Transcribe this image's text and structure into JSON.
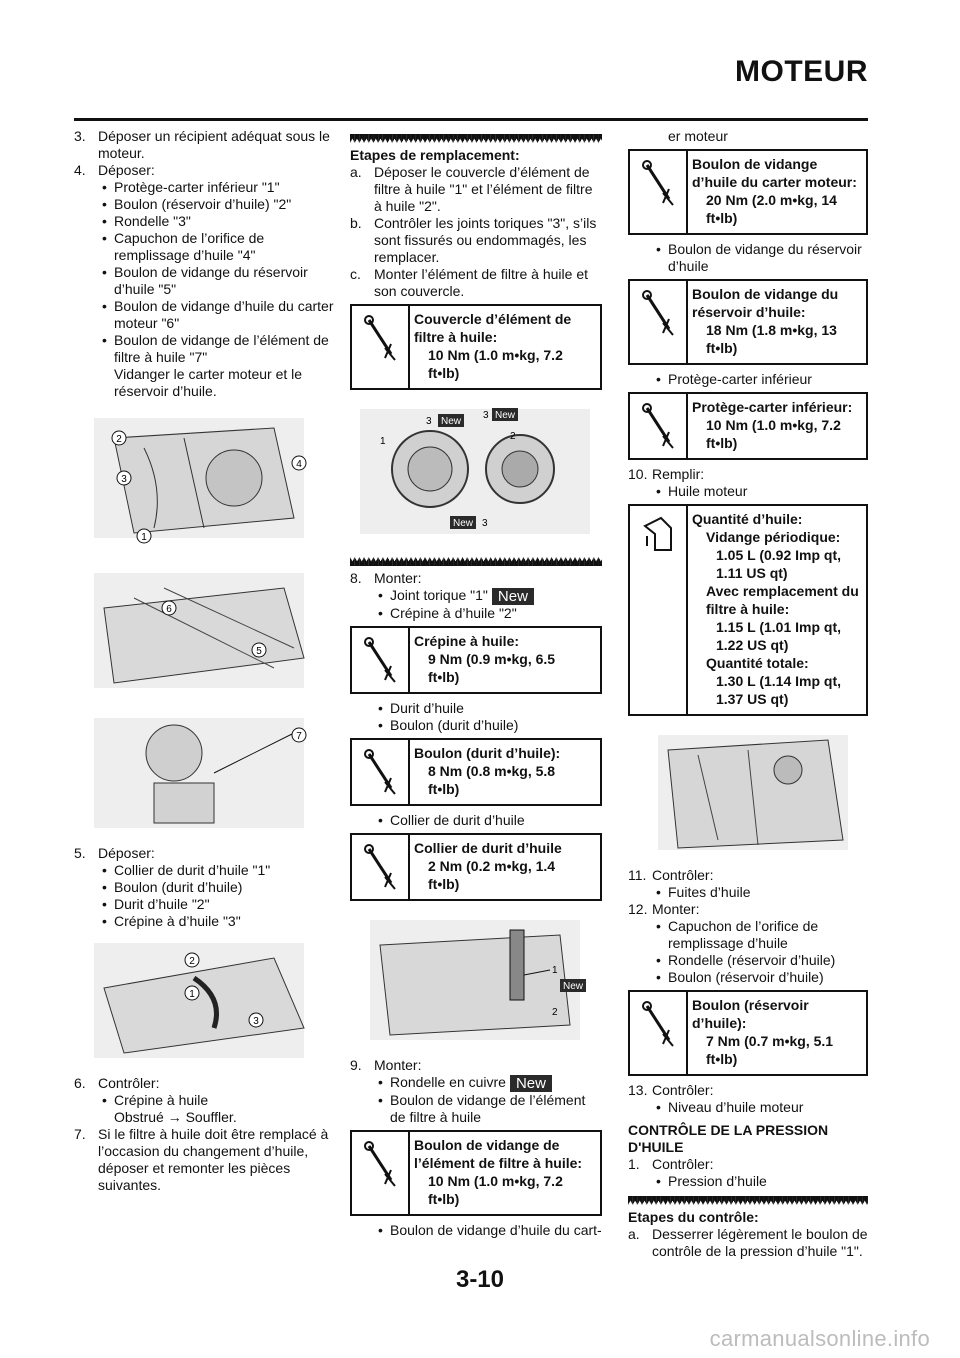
{
  "header": {
    "title": "MOTEUR"
  },
  "page_number": "3-10",
  "watermark": "carmanualsonline.info",
  "new_label": "New",
  "col1": {
    "s3_num": "3.",
    "s3_text": "Déposer un récipient adéquat sous le moteur.",
    "s4_num": "4.",
    "s4_text": "Déposer:",
    "s4_items": [
      "Protège-carter inférieur \"1\"",
      "Boulon (réservoir d’huile) \"2\"",
      "Rondelle \"3\"",
      "Capuchon de l’orifice de remplissage d’huile \"4\"",
      "Boulon de vidange du réservoir d’huile \"5\"",
      "Boulon de vidange d’huile du carter moteur \"6\"",
      "Boulon de vidange de l’élément de filtre à huile \"7\""
    ],
    "s4_note": "Vidanger le carter moteur et le réservoir d’huile.",
    "s5_num": "5.",
    "s5_text": "Déposer:",
    "s5_items": [
      "Collier de durit d’huile \"1\"",
      "Boulon (durit d’huile)",
      "Durit d’huile \"2\"",
      "Crépine à d’huile \"3\""
    ],
    "s6_num": "6.",
    "s6_text": "Contrôler:",
    "s6_item": "Crépine à huile",
    "s6_obstr": "Obstrué",
    "s6_arrow": "→",
    "s6_action": "Souffler.",
    "s7_num": "7.",
    "s7_text": "Si le filtre à huile doit être remplacé à l’occasion du changement d’huile, déposer et remonter les pièces suivantes."
  },
  "col2": {
    "steps_title": "Etapes de remplacement:",
    "steps": [
      {
        "k": "a.",
        "t": "Déposer le couvercle d’élément de filtre à huile \"1\" et l’élément de filtre à huile \"2\"."
      },
      {
        "k": "b.",
        "t": "Contrôler les joints toriques \"3\", s’ils sont fissurés ou endommagés, les remplacer."
      },
      {
        "k": "c.",
        "t": "Monter l’élément de filtre à huile et son couvercle."
      }
    ],
    "spec1": {
      "t1": "Couvercle d’élément de",
      "t2": "filtre à huile:",
      "v1": "10 Nm (1.0 m•kg, 7.2",
      "v2": "ft•lb)"
    },
    "s8_num": "8.",
    "s8_text": "Monter:",
    "s8_item1": "Joint torique \"1\"",
    "s8_item2": "Crépine à d’huile \"2\"",
    "spec2": {
      "t1": "Crépine à huile:",
      "v1": "9 Nm (0.9 m•kg, 6.5",
      "v2": "ft•lb)"
    },
    "s8_item3": "Durit d’huile",
    "s8_item4": "Boulon (durit d’huile)",
    "spec3": {
      "t1": "Boulon (durit d’huile):",
      "v1": "8 Nm (0.8 m•kg, 5.8",
      "v2": "ft•lb)"
    },
    "s8_item5": "Collier de durit d’huile",
    "spec4": {
      "t1": "Collier de durit d’huile",
      "v1": "2 Nm (0.2 m•kg, 1.4",
      "v2": "ft•lb)"
    },
    "s9_num": "9.",
    "s9_text": "Monter:",
    "s9_item1": "Rondelle en cuivre",
    "s9_item2": "Boulon de vidange de l’élément de filtre à huile",
    "spec5": {
      "t1": "Boulon de vidange de",
      "t2": "l’élément de filtre à huile:",
      "v1": "10 Nm (1.0 m•kg, 7.2",
      "v2": "ft•lb)"
    },
    "s9_item3": "Boulon de vidange d’huile du cart-"
  },
  "col3": {
    "cont": "er moteur",
    "spec6": {
      "t1": "Boulon de vidange",
      "t2": "d’huile du carter moteur:",
      "v1": "20 Nm (2.0 m•kg, 14",
      "v2": "ft•lb)"
    },
    "item_a": "Boulon de vidange du réservoir d’huile",
    "spec7": {
      "t1": "Boulon de vidange du",
      "t2": "réservoir d’huile:",
      "v1": "18 Nm (1.8 m•kg, 13",
      "v2": "ft•lb)"
    },
    "item_b": "Protège-carter inférieur",
    "spec8": {
      "t1": "Protège-carter inférieur:",
      "v1": "10 Nm (1.0 m•kg, 7.2",
      "v2": "ft•lb)"
    },
    "s10_num": "10.",
    "s10_text": "Remplir:",
    "s10_item": "Huile moteur",
    "oil": {
      "title": "Quantité d’huile:",
      "l1": "Vidange périodique:",
      "l1a": "1.05 L (0.92 Imp qt,",
      "l1b": "1.11 US qt)",
      "l2a": "Avec remplacement du",
      "l2b": "filtre à huile:",
      "l2c": "1.15 L (1.01 Imp qt,",
      "l2d": "1.22 US qt)",
      "l3": "Quantité totale:",
      "l3a": "1.30 L (1.14 Imp qt,",
      "l3b": "1.37 US qt)"
    },
    "s11_num": "11.",
    "s11_text": "Contrôler:",
    "s11_item": "Fuites d’huile",
    "s12_num": "12.",
    "s12_text": "Monter:",
    "s12_items": [
      "Capuchon de l’orifice de remplissage d’huile",
      "Rondelle (réservoir d’huile)",
      "Boulon (réservoir d’huile)"
    ],
    "spec9": {
      "t1": "Boulon (réservoir",
      "t2": "d’huile):",
      "v1": "7 Nm (0.7 m•kg, 5.1",
      "v2": "ft•lb)"
    },
    "s13_num": "13.",
    "s13_text": "Contrôler:",
    "s13_item": "Niveau d’huile moteur",
    "section_title1": "CONTRÔLE DE LA PRESSION",
    "section_title2": "D'HUILE",
    "p1_num": "1.",
    "p1_text": "Contrôler:",
    "p1_item": "Pression d’huile",
    "ctrl_title": "Etapes du contrôle:",
    "ctrl_k": "a.",
    "ctrl_t": "Desserrer légèrement le boulon de contrôle de la pression d’huile \"1\"."
  },
  "callouts": {
    "c1": "1",
    "c2": "2",
    "c3": "3",
    "c4": "4",
    "c5": "5",
    "c6": "6",
    "c7": "7"
  }
}
